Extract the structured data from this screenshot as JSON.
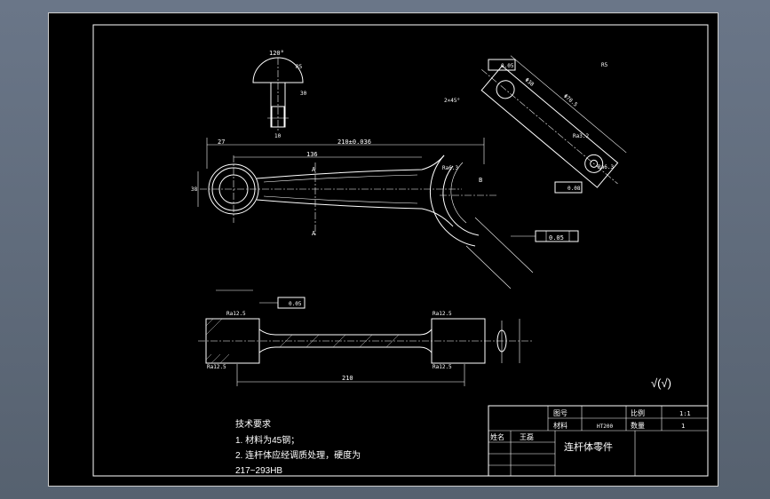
{
  "drawing": {
    "part_title": "连杆体零件",
    "tech_requirements": {
      "heading": "技术要求",
      "items": [
        "1. 材料为45钢；",
        "2. 连杆体应经调质处理，硬度为",
        "217~293HB"
      ]
    },
    "title_block": {
      "drawing_no_label": "图号",
      "material_label": "材料",
      "material_value": "HT200",
      "scale_label": "比例",
      "scale_value": "1:1",
      "quantity_label": "数量",
      "quantity_value": "1",
      "name_label": "姓名",
      "name_value": "王磊"
    },
    "dimensions": {
      "center_distance": "210±0.036",
      "overall_length": "136",
      "left_offset": "27",
      "bore_dia": "Φ",
      "section_length": "210",
      "small_end_dia": "38",
      "detail_dims": [
        "120°",
        "R5",
        "30",
        "10"
      ],
      "section_aa_label": "A",
      "section_b_label": "B"
    },
    "tolerances": {
      "parallelism": "0.05",
      "perpendicularity": "0.05",
      "angle_tol": "0.05",
      "position_tol": "0.08"
    },
    "roughness": [
      "Ra12.5",
      "Ra12.5",
      "Ra12.5",
      "Ra12.5",
      "Ra6.3"
    ],
    "symbol_general": "√(√)",
    "iso_dims": [
      "Φ38",
      "Φ70.5",
      "Ra6.3",
      "Ra3.2",
      "2×45°",
      "R5"
    ]
  }
}
